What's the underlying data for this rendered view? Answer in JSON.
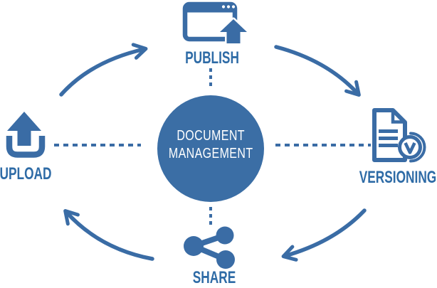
{
  "colors": {
    "primary": "#3A6CA5",
    "label": "#2E6BA6",
    "circle_fill": "#3B6EA5",
    "circle_text": "#FFFFFF"
  },
  "center": {
    "line1": "DOCUMENT",
    "line2": "MANAGEMENT"
  },
  "nodes": [
    {
      "id": "publish",
      "label": "PUBLISH",
      "icon": "browser-upload-icon",
      "position": "top"
    },
    {
      "id": "versioning",
      "label": "VERSIONING",
      "icon": "document-version-badge-icon",
      "position": "right"
    },
    {
      "id": "share",
      "label": "SHARE",
      "icon": "share-network-icon",
      "position": "bottom"
    },
    {
      "id": "upload",
      "label": "UPLOAD",
      "icon": "upload-tray-icon",
      "position": "left"
    }
  ],
  "flow": {
    "direction": "clockwise",
    "cycle": [
      "UPLOAD",
      "PUBLISH",
      "VERSIONING",
      "SHARE"
    ]
  }
}
